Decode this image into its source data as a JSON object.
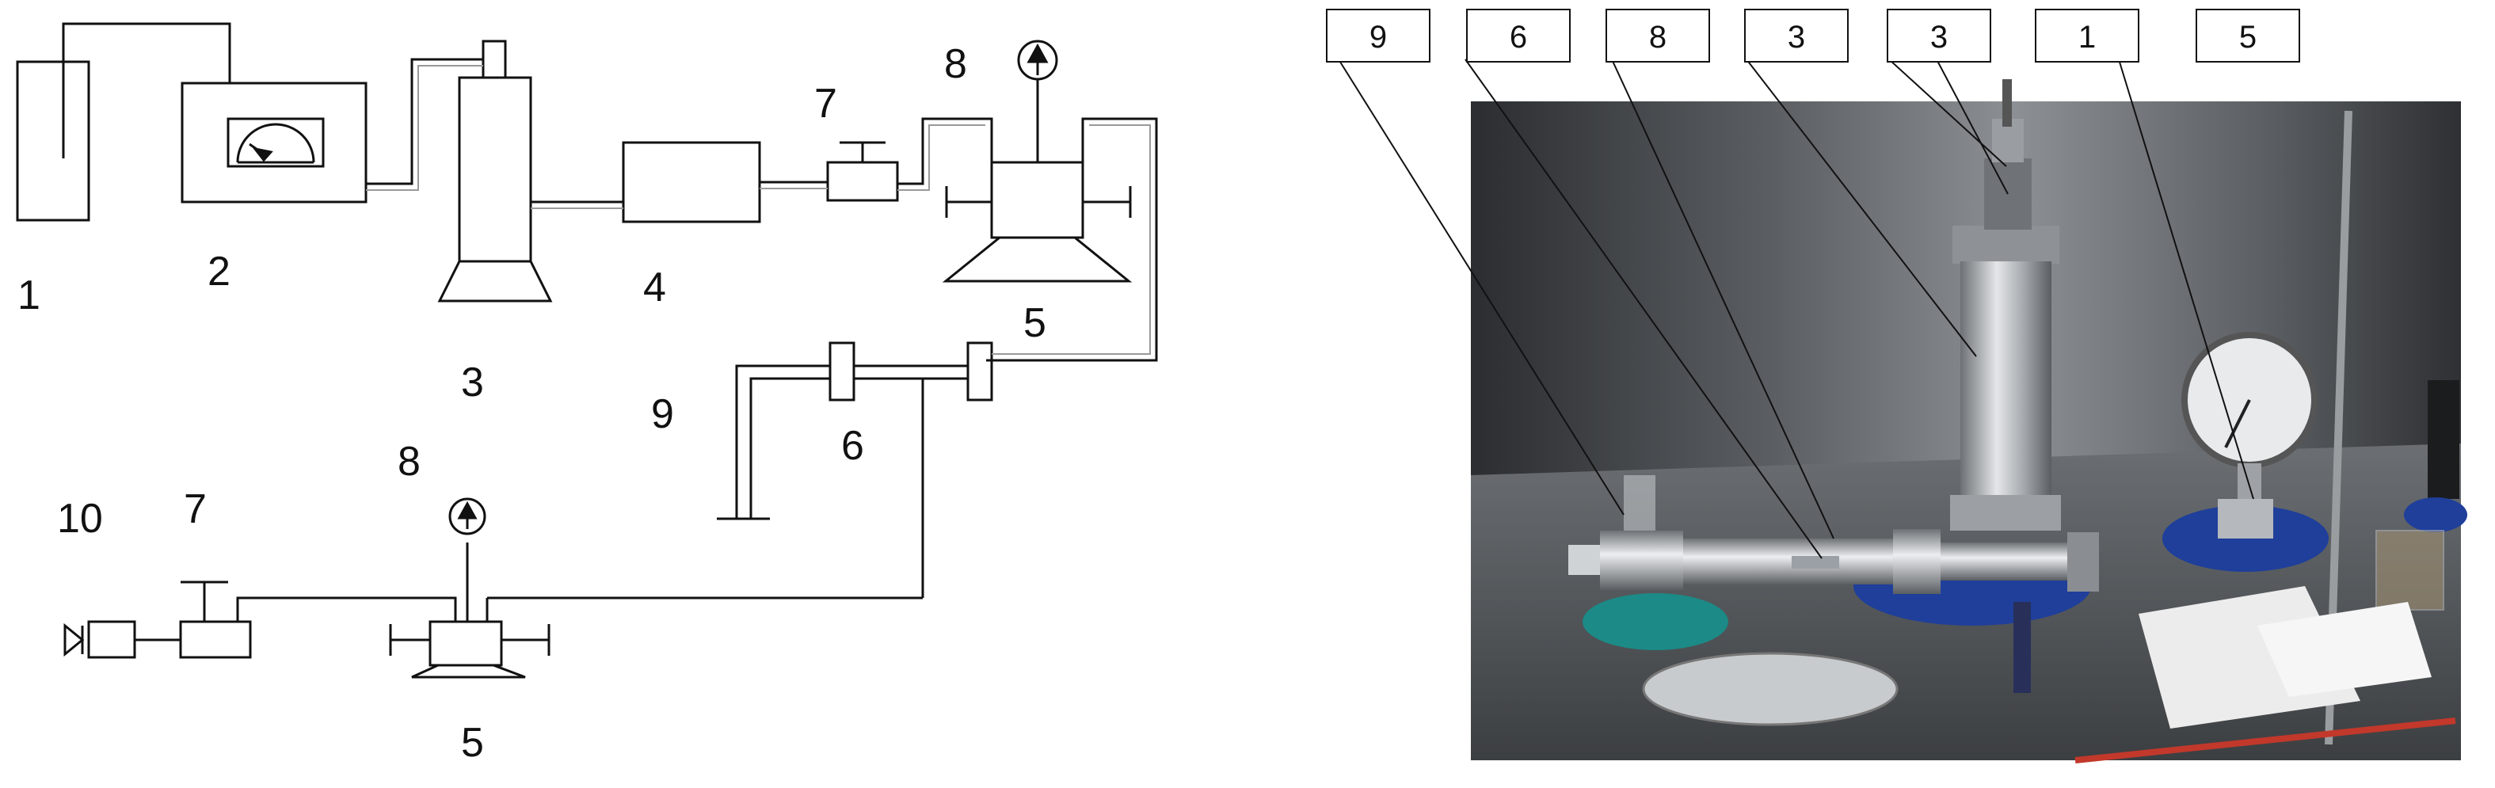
{
  "schematic": {
    "labels": [
      {
        "id": "n1",
        "text": "1"
      },
      {
        "id": "n2",
        "text": "2"
      },
      {
        "id": "n3",
        "text": "3"
      },
      {
        "id": "n4",
        "text": "4"
      },
      {
        "id": "n5a",
        "text": "5"
      },
      {
        "id": "n5b",
        "text": "5"
      },
      {
        "id": "n6",
        "text": "6"
      },
      {
        "id": "n7a",
        "text": "7"
      },
      {
        "id": "n7b",
        "text": "7"
      },
      {
        "id": "n8a",
        "text": "8"
      },
      {
        "id": "n8b",
        "text": "8"
      },
      {
        "id": "n9",
        "text": "9"
      },
      {
        "id": "n10",
        "text": "10"
      }
    ]
  },
  "photo": {
    "callouts": [
      {
        "text": "9"
      },
      {
        "text": "6"
      },
      {
        "text": "8"
      },
      {
        "text": "3"
      },
      {
        "text": "3"
      },
      {
        "text": "1"
      },
      {
        "text": "5"
      }
    ]
  },
  "colors": {
    "line": "#111111",
    "pipe": "#888888",
    "steel": "#b8bcc0",
    "chamber": "#3a3d40",
    "blue_base": "#1f3f9a",
    "teal_base": "#1c8a86"
  }
}
